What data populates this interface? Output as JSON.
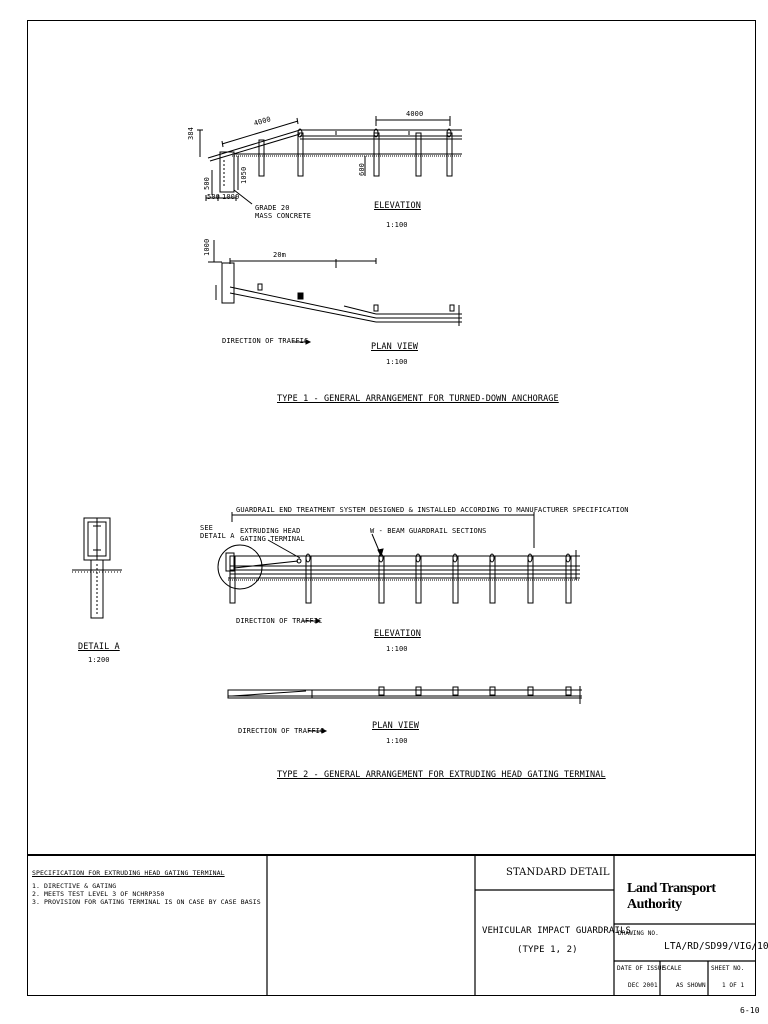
{
  "type1": {
    "elevation": {
      "dim_slope": "4000",
      "dim_span": "4000",
      "dim_384": "384",
      "dim_600": "600",
      "dim_1050": "1050",
      "dim_500a": "500",
      "dim_500b": "500",
      "dim_1000": "1000",
      "concrete_note_1": "GRADE 20",
      "concrete_note_2": "MASS CONCRETE",
      "title": "ELEVATION",
      "scale": "1:100"
    },
    "plan": {
      "dim_1000": "1000",
      "dim_20m": "20m",
      "traffic": "DIRECTION OF TRAFFIC",
      "title": "PLAN VIEW",
      "scale": "1:100"
    },
    "heading": "TYPE 1 - GENERAL ARRANGEMENT FOR TURNED-DOWN ANCHORAGE"
  },
  "type2": {
    "elevation": {
      "system_note": "GUARDRAIL END TREATMENT SYSTEM DESIGNED & INSTALLED ACCORDING TO MANUFACTURER SPECIFICATION",
      "see_detail_1": "SEE",
      "see_detail_2": "DETAIL A",
      "terminal_1": "EXTRUDING HEAD",
      "terminal_2": "GATING TERMINAL",
      "wbeam": "W - BEAM GUARDRAIL SECTIONS",
      "traffic": "DIRECTION OF TRAFFIC",
      "title": "ELEVATION",
      "scale": "1:100"
    },
    "detail": {
      "title": "DETAIL A",
      "scale": "1:200"
    },
    "plan": {
      "traffic": "DIRECTION OF TRAFFIC",
      "title": "PLAN VIEW",
      "scale": "1:100"
    },
    "heading": "TYPE 2 - GENERAL ARRANGEMENT FOR EXTRUDING HEAD GATING TERMINAL"
  },
  "title_block": {
    "spec_heading": "SPECIFICATION FOR EXTRUDING HEAD GATING TERMINAL",
    "spec_items": [
      "1. DIRECTIVE & GATING",
      "2. MEETS TEST LEVEL 3 OF NCHRP350",
      "3. PROVISION FOR GATING TERMINAL IS ON CASE BY CASE BASIS"
    ],
    "standard_detail": "STANDARD  DETAIL",
    "drawing_title_1": "VEHICULAR IMPACT GUARDRAILS",
    "drawing_title_2": "(TYPE 1, 2)",
    "logo": "Land Transport Authority",
    "drawing_no_label": "DRAWING NO.",
    "drawing_no": "LTA/RD/SD99/VIG/10",
    "date_label": "DATE OF ISSUE",
    "date_value": "DEC 2001",
    "scale_label": "SCALE",
    "scale_value": "AS SHOWN",
    "sheet_label": "SHEET NO.",
    "sheet_value": "1 OF 1"
  },
  "page_number": "6-10"
}
